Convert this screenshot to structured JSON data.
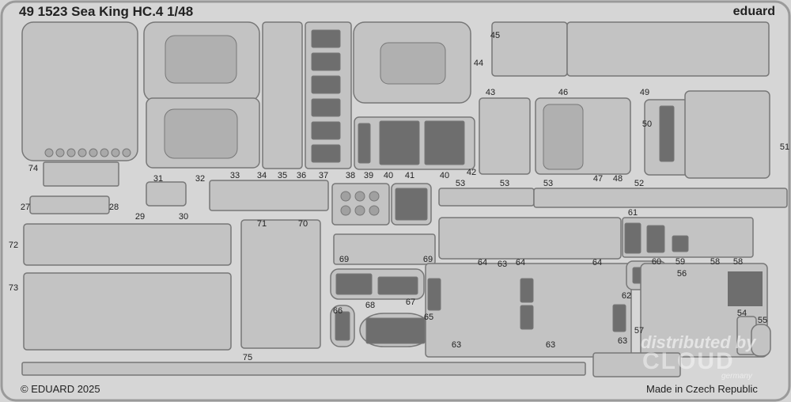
{
  "title": "49 1523 Sea King HC.4 1/48",
  "brand": "eduard",
  "copyright": "© EDUARD 2025",
  "made_in": "Made in Czech Republic",
  "watermark": {
    "line1": "distributed by",
    "line2": "CLOUD",
    "line3": "germany"
  },
  "colors": {
    "fret": "#d6d6d6",
    "part": "#a9a9a9",
    "part_fill": "#c3c3c3",
    "mesh": "#6e6e6e",
    "outline": "#777777"
  },
  "part_numbers": [
    "74",
    "31",
    "32",
    "33",
    "34",
    "35",
    "36",
    "37",
    "38",
    "39",
    "40",
    "41",
    "40",
    "42",
    "44",
    "45",
    "43",
    "46",
    "47",
    "48",
    "49",
    "50",
    "51",
    "52",
    "53",
    "53",
    "53",
    "27",
    "28",
    "29",
    "30",
    "72",
    "73",
    "71",
    "70",
    "69",
    "69",
    "64",
    "63",
    "64",
    "64",
    "61",
    "60",
    "59",
    "58",
    "58",
    "62",
    "56",
    "57",
    "54",
    "55",
    "68",
    "67",
    "66",
    "65",
    "63",
    "63",
    "63",
    "75"
  ]
}
